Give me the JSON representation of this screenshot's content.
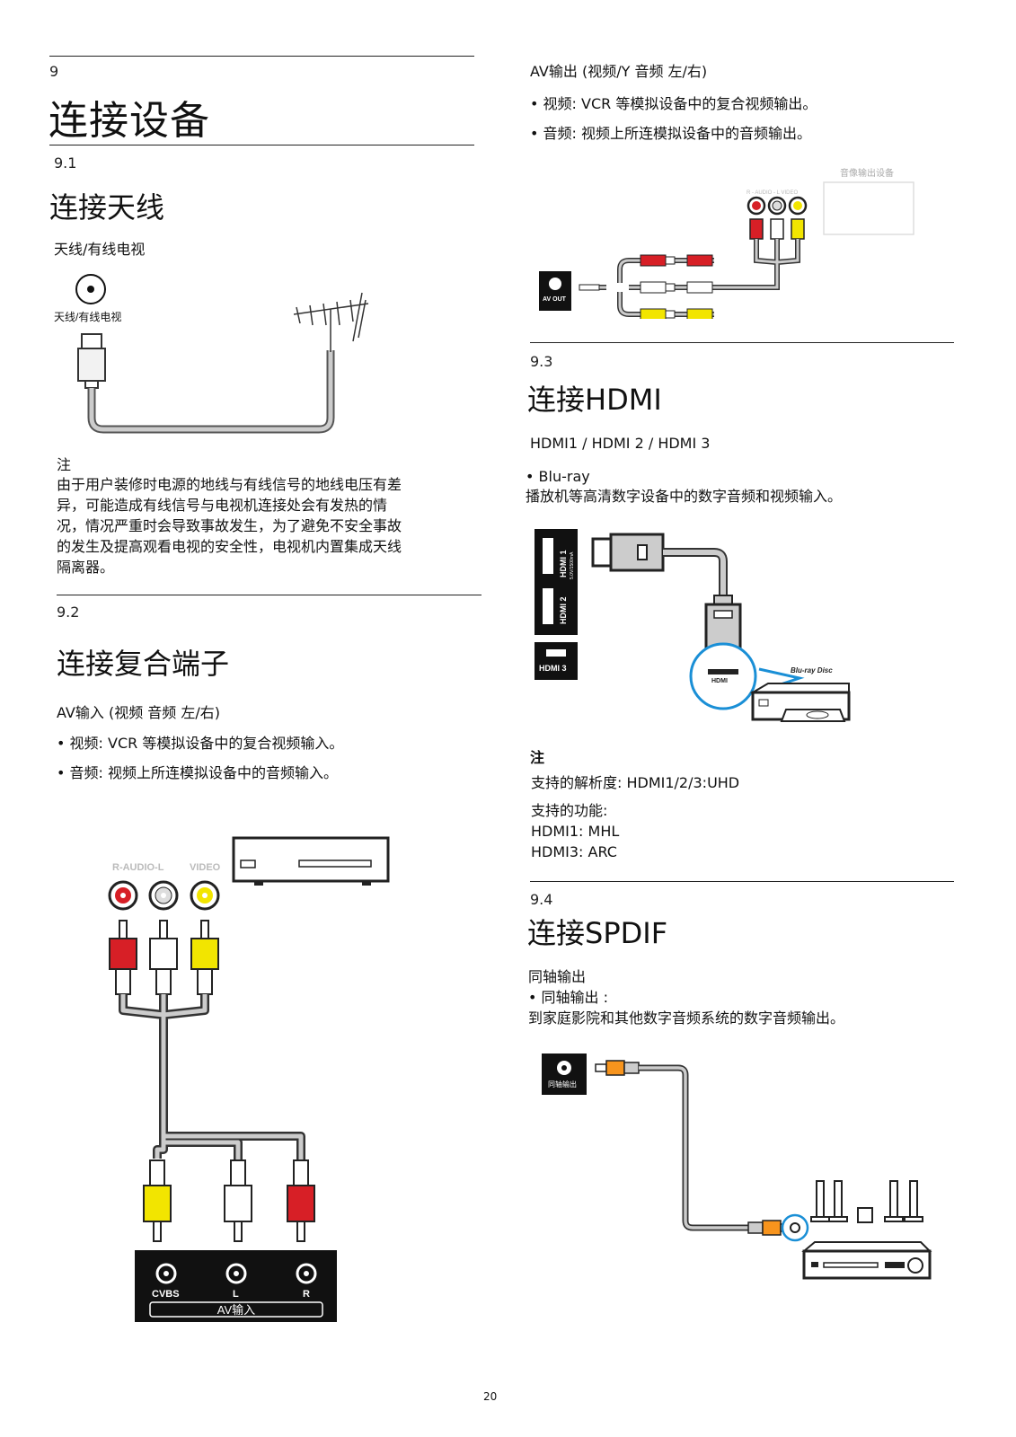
{
  "page": {
    "number": "20"
  },
  "ch9": {
    "number": "9",
    "title": "连接设备"
  },
  "s91": {
    "number": "9.1",
    "title": "连接天线",
    "subtitle": "天线/有线电视",
    "port_label": "天线/有线电视",
    "note_title": "注",
    "note_text": "由于用户装修时电源的地线与有线信号的地线电压有差\n异，可能造成有线信号与电视机连接处会有发热的情\n况，情况严重时会导致事故发生，为了避免不安全事故\n的发生及提高观看电视的安全性，电视机内置集成天线\n隔离器。"
  },
  "s92": {
    "number": "9.2",
    "title": "连接复合端子",
    "av_in_heading": "AV输入 (视频 音频 左/右)",
    "bullet_video": "• 视频: VCR 等模拟设备中的复合视频输入。",
    "bullet_audio": "• 音频: 视频上所连模拟设备中的音频输入。",
    "label_audio": "R-AUDIO-L",
    "label_video": "VIDEO",
    "panel_cvbs": "CVBS",
    "panel_l": "L",
    "panel_r": "R",
    "panel_title": "AV输入"
  },
  "av_out": {
    "heading": "AV输出 (视频/Y 音频 左/右)",
    "bullet_video": "• 视频: VCR 等模拟设备中的复合视频输出。",
    "bullet_audio": "• 音频: 视频上所连模拟设备中的音频输出。",
    "device_label": "音像输出设备",
    "jack_label": "R - AUDIO - L   VIDEO",
    "port_label": "AV OUT"
  },
  "s93": {
    "number": "9.3",
    "title": "连接HDMI",
    "ports_line": "HDMI1 / HDMI 2 / HDMI 3",
    "bullet": "• Blu-ray",
    "desc": "播放机等高清数字设备中的数字音频和视频输入。",
    "port1": "HDMI 1",
    "port1_sub": "5.0V/1500mA",
    "port2": "HDMI 2",
    "port3": "HDMI 3",
    "connector_label": "HDMI",
    "bluray_logo": "Blu-ray Disc",
    "note_title": "注",
    "resolution": "支持的解析度: HDMI1/2/3:UHD",
    "functions_title": "支持的功能:",
    "function1": "HDMI1: MHL",
    "function2": "HDMI3: ARC"
  },
  "s94": {
    "number": "9.4",
    "title": "连接SPDIF",
    "subtitle": "同轴输出",
    "bullet": "• 同轴输出 :",
    "desc": "到家庭影院和其他数字音频系统的数字音频输出。",
    "port_label": "同轴输出"
  },
  "colors": {
    "red": "#d71f26",
    "yellow": "#f2e500",
    "white": "#ffffff",
    "orange": "#f7941d",
    "blue": "#1a8fd6",
    "cable": "#c8c8c8"
  }
}
